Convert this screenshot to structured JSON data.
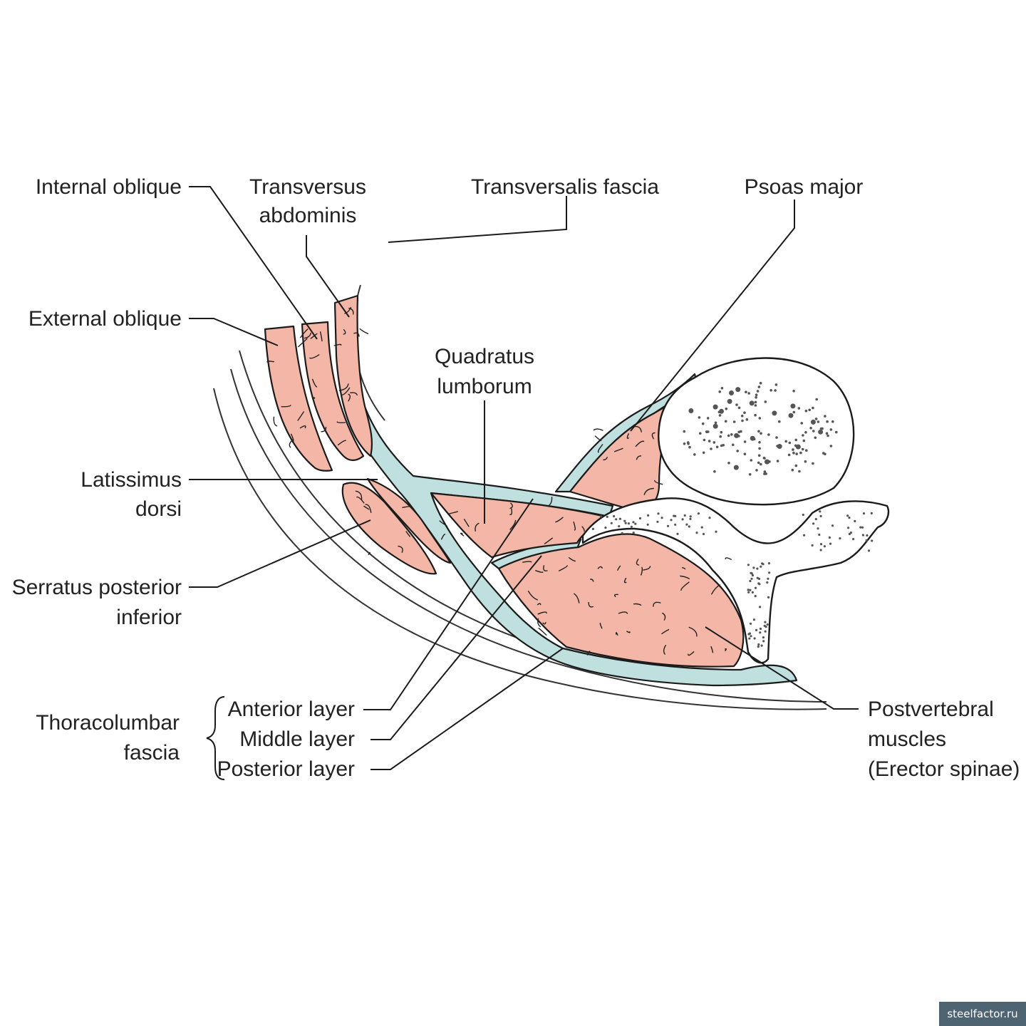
{
  "labels": {
    "internal_oblique": "Internal oblique",
    "transversus_1": "Transversus",
    "transversus_2": "abdominis",
    "transversalis_fascia": "Transversalis fascia",
    "psoas_major": "Psoas major",
    "external_oblique": "External oblique",
    "quadratus_1": "Quadratus",
    "quadratus_2": "lumborum",
    "latissimus_1": "Latissimus",
    "latissimus_2": "dorsi",
    "serratus_1": "Serratus posterior",
    "serratus_2": "inferior",
    "thoracolumbar_1": "Thoracolumbar",
    "thoracolumbar_2": "fascia",
    "anterior_layer": "Anterior layer",
    "middle_layer": "Middle layer",
    "posterior_layer": "Posterior layer",
    "postvertebral_1": "Postvertebral",
    "postvertebral_2": "muscles",
    "postvertebral_3": "(Erector spinae)"
  },
  "watermark": "steelfactor.ru",
  "colors": {
    "muscle": "#f4b7a7",
    "fascia": "#bfe0de",
    "bone": "#ffffff",
    "outline": "#1b1b1b"
  }
}
